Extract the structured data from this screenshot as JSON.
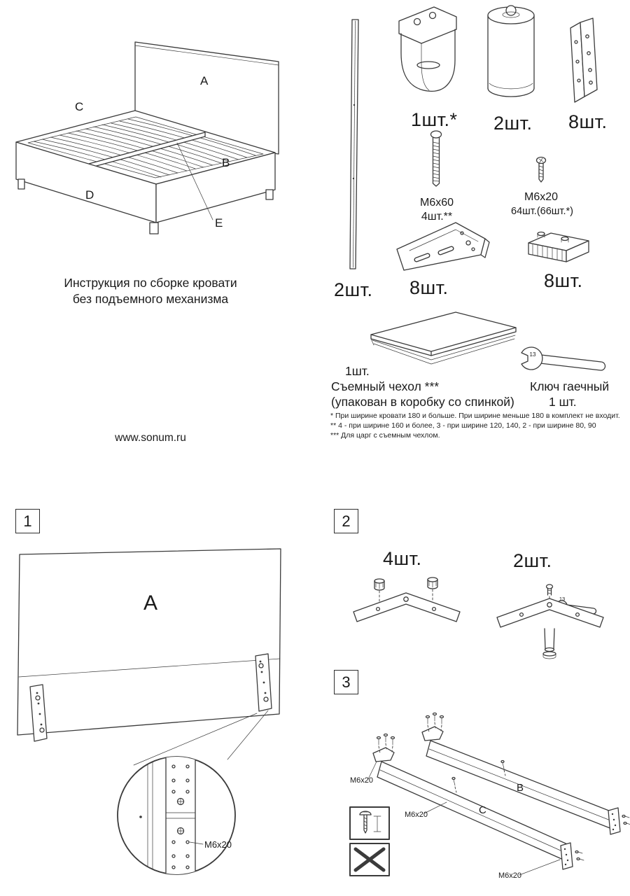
{
  "doc": {
    "caption_line1": "Инструкция по сборке кровати",
    "caption_line2": "без подъемного механизма",
    "website": "www.sonum.ru"
  },
  "bed": {
    "a": "A",
    "b": "B",
    "c": "C",
    "d": "D",
    "e": "E"
  },
  "parts": {
    "side_slat": {
      "qty": "2шт."
    },
    "hook_bracket": {
      "qty": "1шт.*"
    },
    "leg_cylinder": {
      "qty": "2шт."
    },
    "angle_bracket": {
      "qty": "8шт."
    },
    "bolt_long": {
      "name": "М6х60",
      "qty": "4шт.**"
    },
    "bolt_short": {
      "name": "М6х20",
      "qty": "64шт.(66шт.*)"
    },
    "corner_bracket": {
      "qty": "8шт."
    },
    "slat_holder": {
      "qty": "8шт."
    },
    "cover": {
      "qty": "1шт.",
      "name": "Съемный чехол ***",
      "note": "(упакован в коробку со спинкой)"
    },
    "wrench": {
      "name": "Ключ гаечный",
      "qty": "1 шт.",
      "size": "13"
    }
  },
  "footnotes": {
    "f1": "*  При ширине кровати 180 и больше. При ширине меньше  180 в комплект не входит.",
    "f2": "**  4 - при ширине 160 и более, 3 - при ширине 120, 140, 2 - при ширине 80, 90",
    "f3": "***  Для царг с съемным чехлом."
  },
  "steps": {
    "one": {
      "num": "1",
      "label_a": "A",
      "callout": "М6х20"
    },
    "two": {
      "num": "2",
      "qty_brackets": "4шт.",
      "qty_legs": "2шт.",
      "wrench_size": "13"
    },
    "three": {
      "num": "3",
      "label_b": "B",
      "label_c": "C",
      "callout1": "М6х20",
      "callout2": "М6х20",
      "callout3": "М6х20"
    }
  }
}
